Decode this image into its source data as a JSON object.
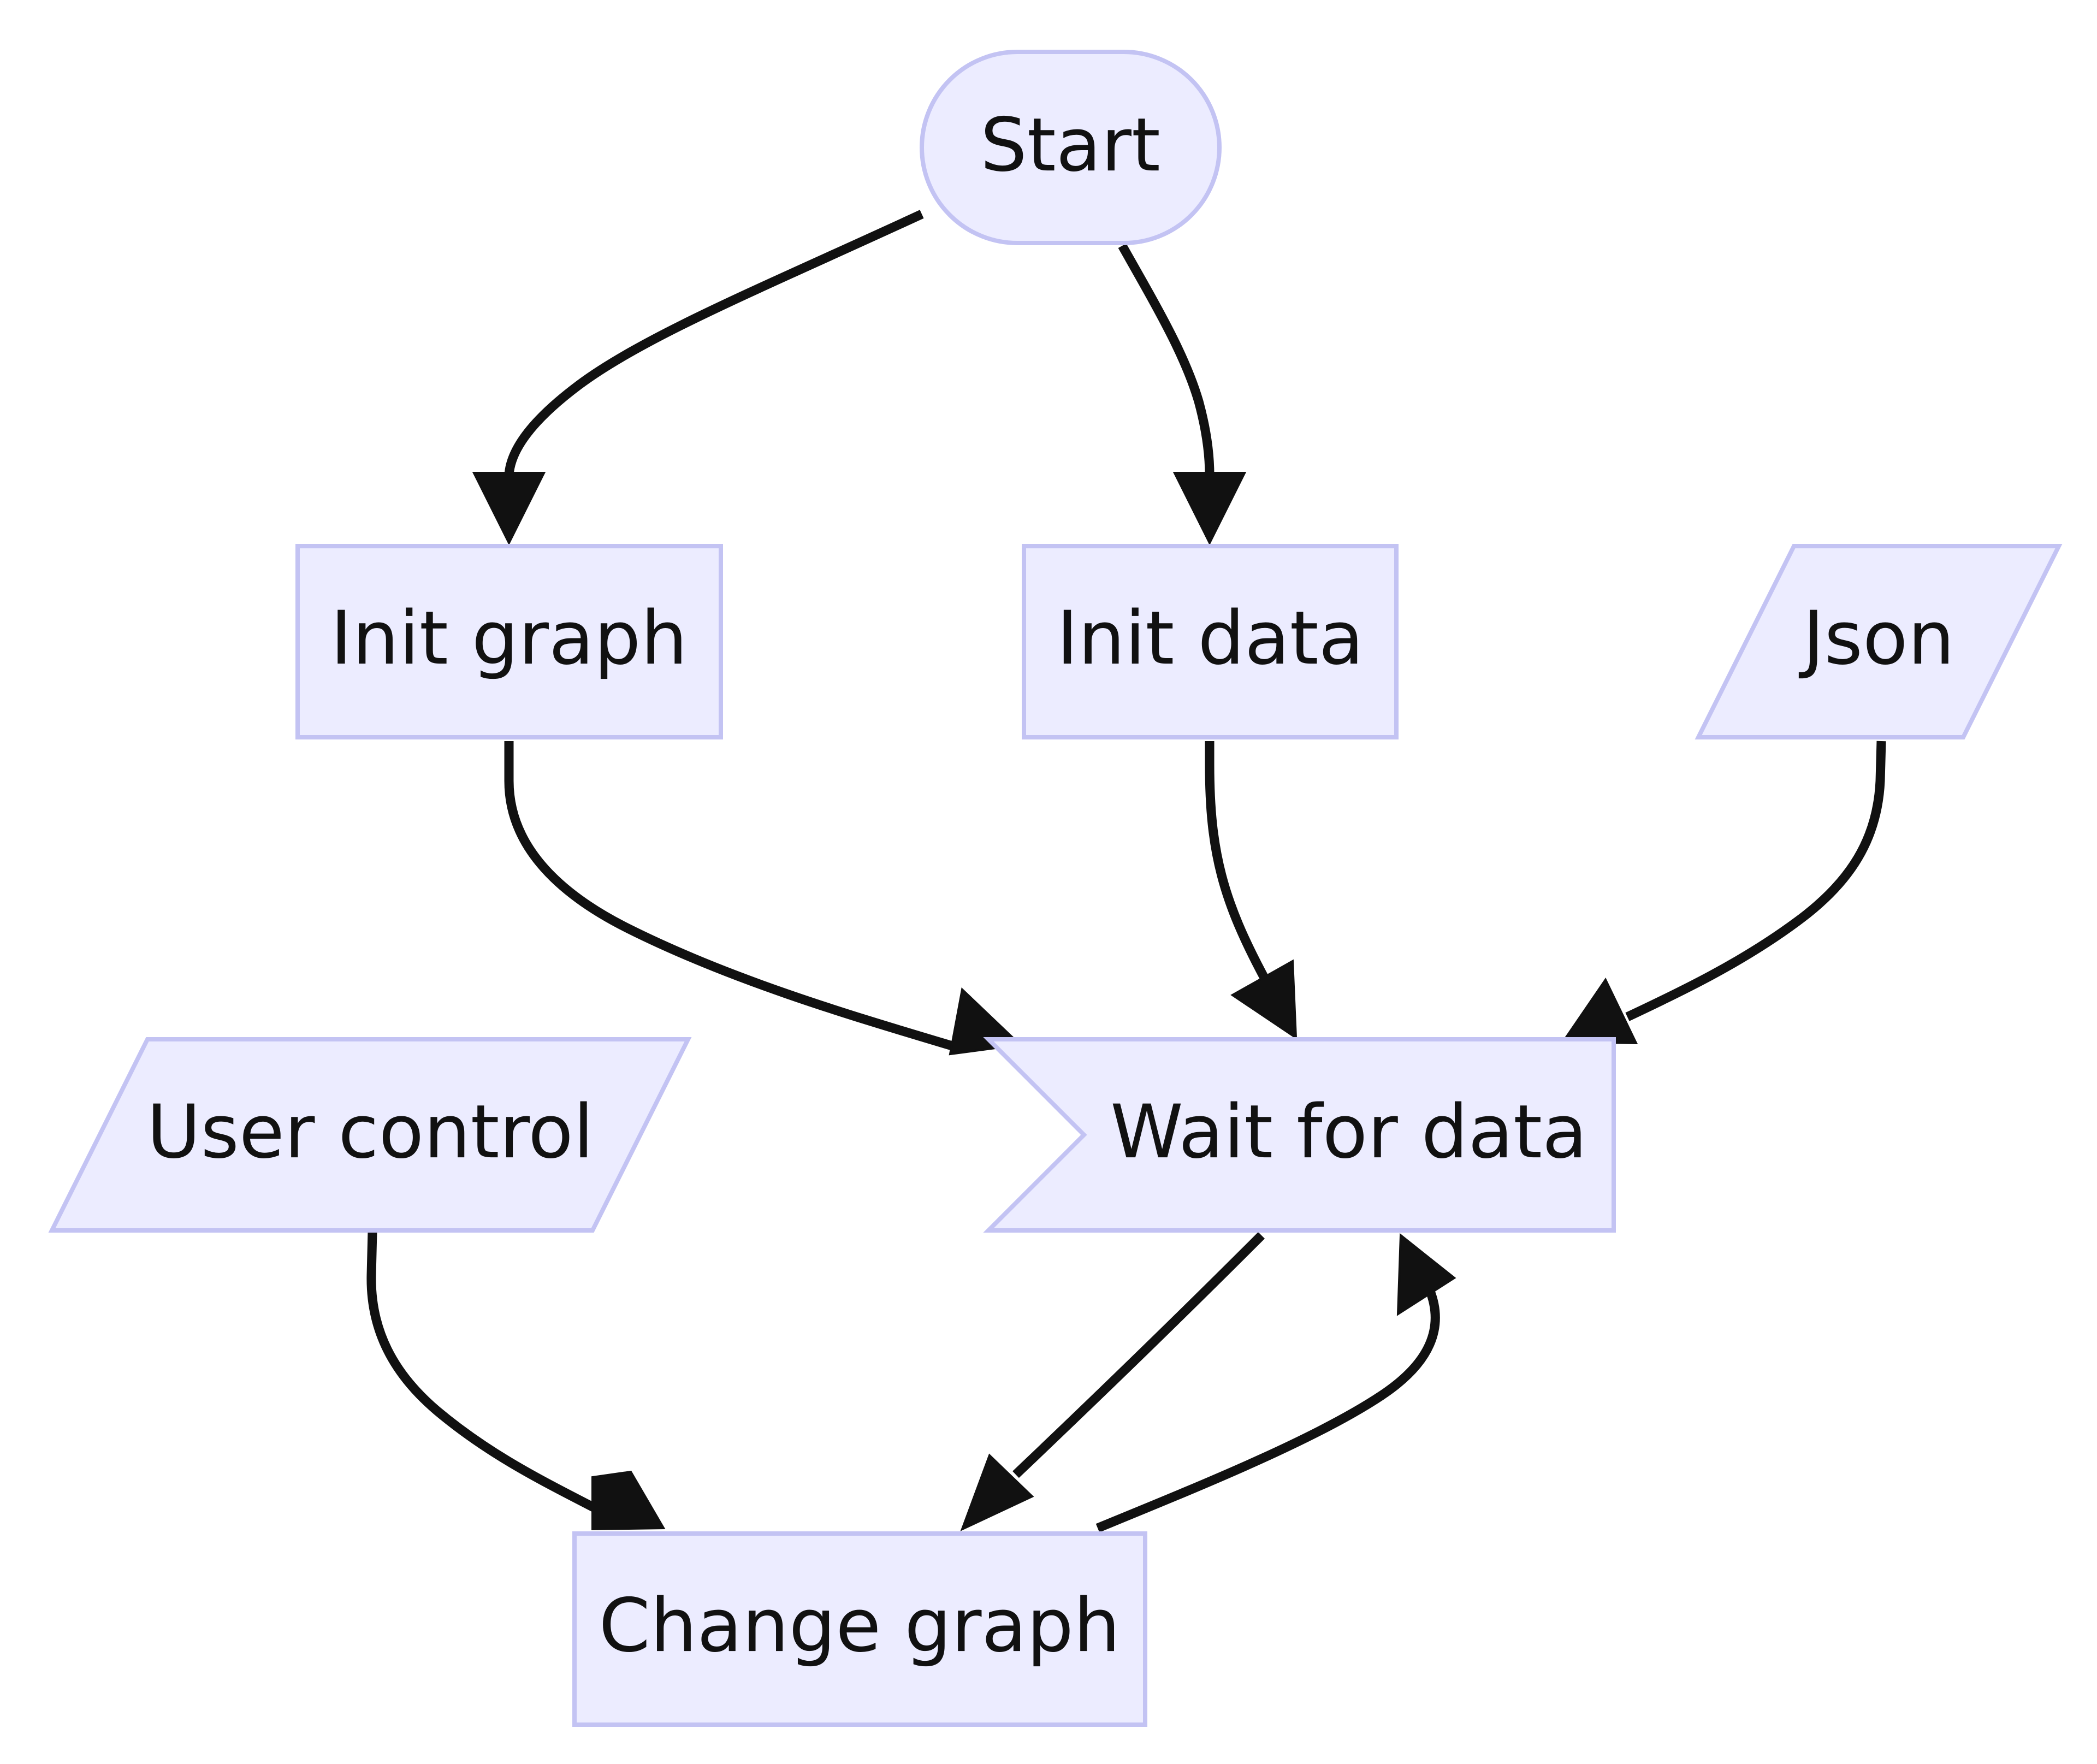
{
  "diagram": {
    "nodes": {
      "start": {
        "label": "Start"
      },
      "init_graph": {
        "label": "Init graph"
      },
      "init_data": {
        "label": "Init data"
      },
      "json": {
        "label": "Json"
      },
      "user_control": {
        "label": "User control"
      },
      "wait_for_data": {
        "label": "Wait for data"
      },
      "change_graph": {
        "label": "Change graph"
      }
    },
    "edges": [
      {
        "from": "Start",
        "to": "Init graph"
      },
      {
        "from": "Start",
        "to": "Init data"
      },
      {
        "from": "Init graph",
        "to": "Wait for data"
      },
      {
        "from": "Init data",
        "to": "Wait for data"
      },
      {
        "from": "Json",
        "to": "Wait for data"
      },
      {
        "from": "User control",
        "to": "Change graph"
      },
      {
        "from": "Wait for data",
        "to": "Change graph"
      },
      {
        "from": "Change graph",
        "to": "Wait for data"
      }
    ],
    "colors": {
      "node_fill": "#ececff",
      "node_stroke": "#c3c3f3",
      "edge": "#111111",
      "text": "#111111"
    }
  }
}
